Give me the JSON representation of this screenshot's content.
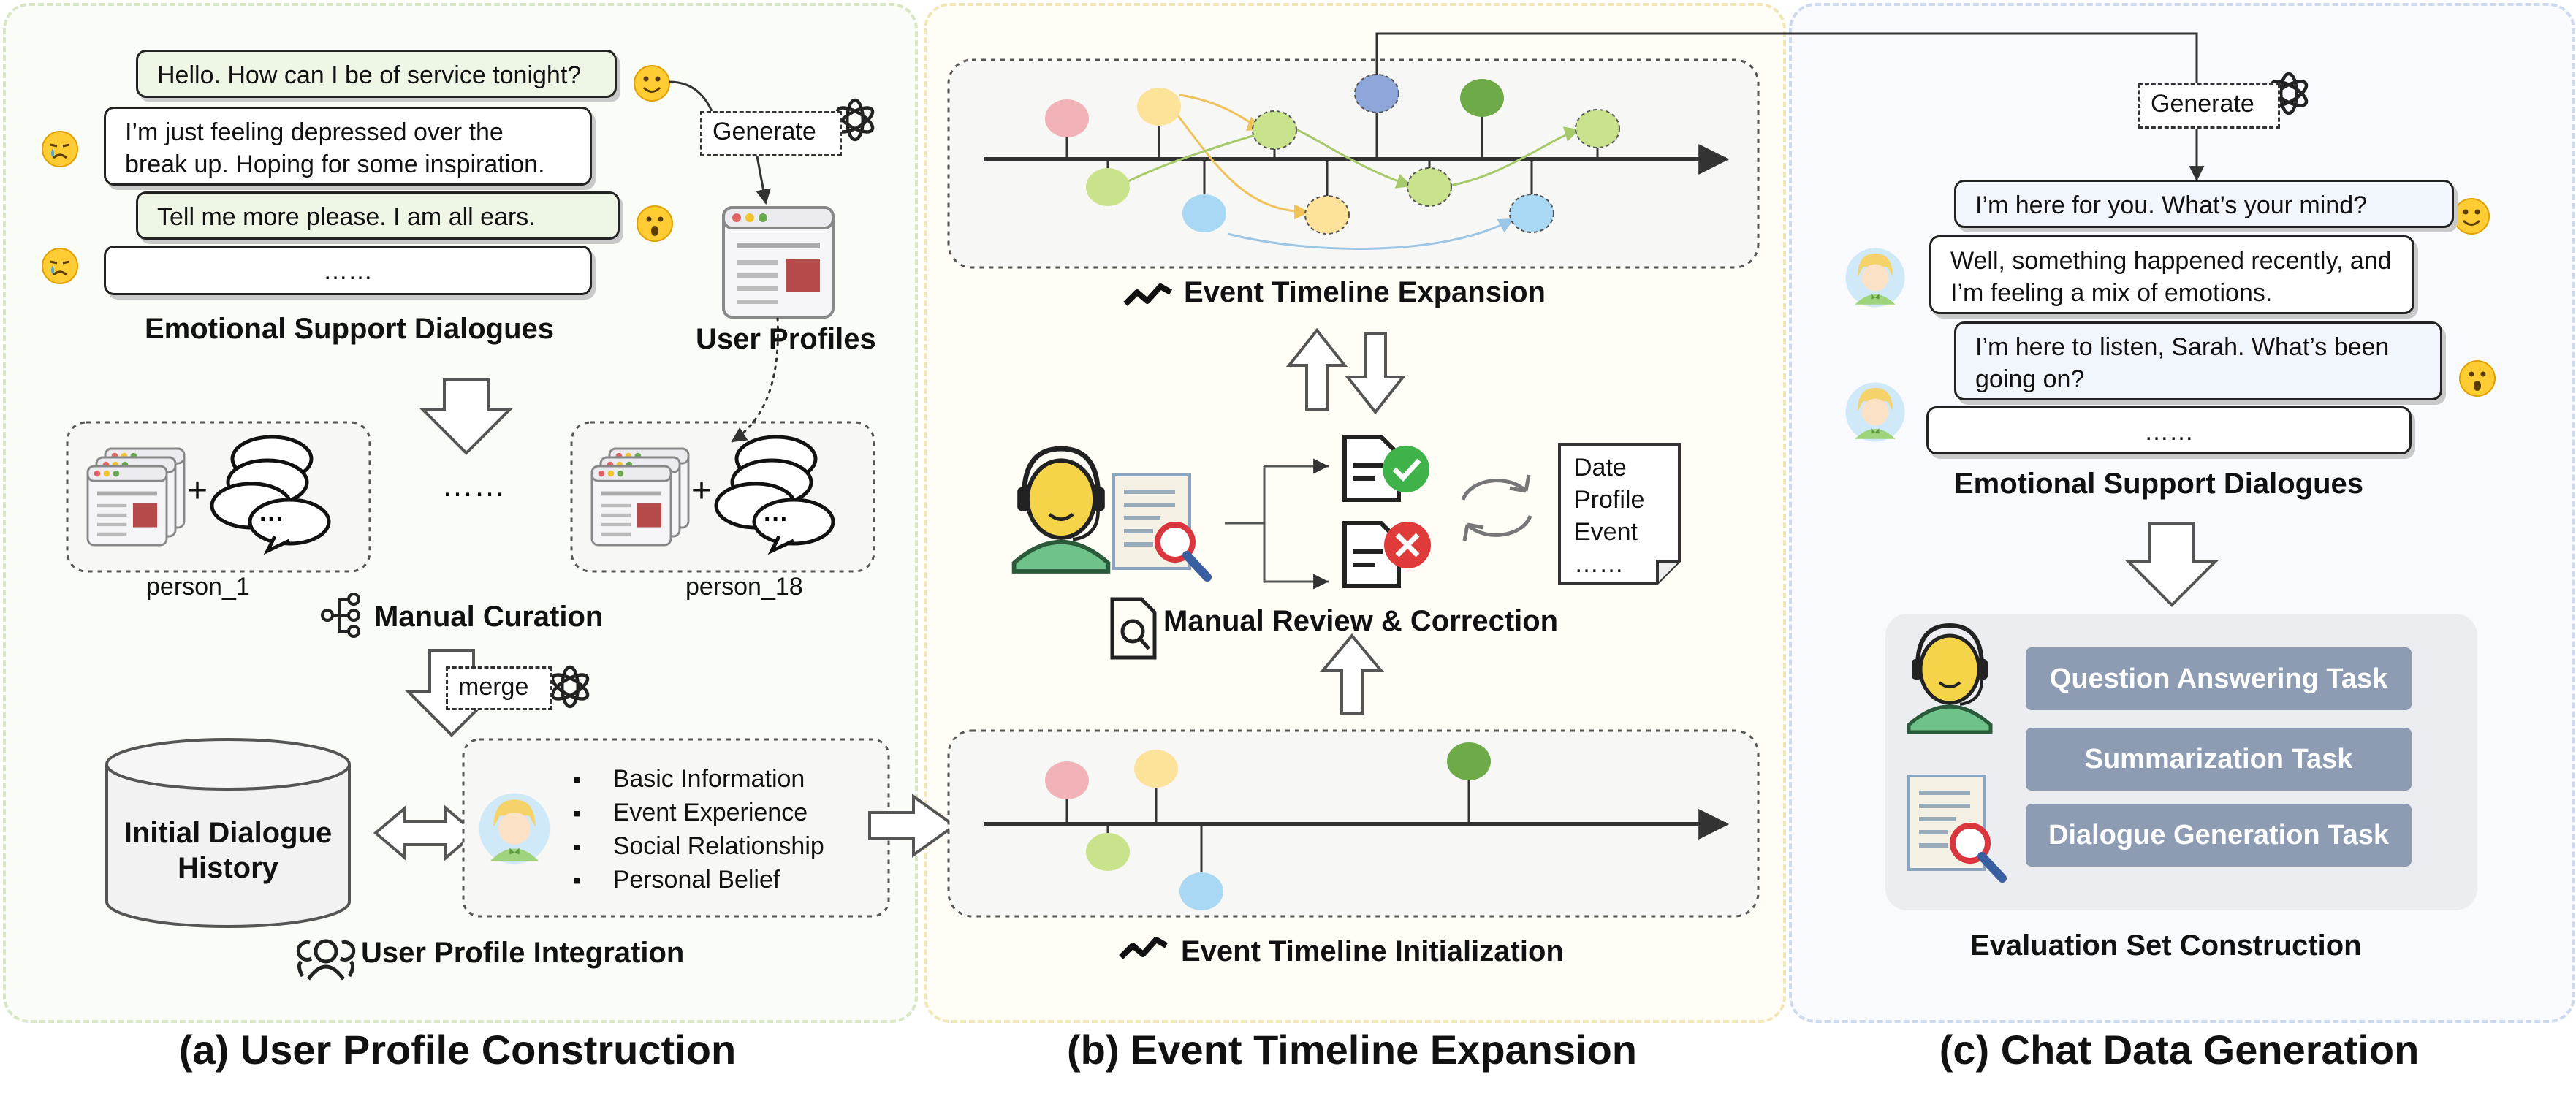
{
  "panel_a": {
    "caption": "(a) User Profile Construction",
    "chat": {
      "bubble1": "Hello. How can I be of service tonight?",
      "bubble2": "I’m just feeling depressed over the break up. Hoping for some inspiration.",
      "bubble3": "Tell me more please. I am all ears.",
      "bubble4": "……"
    },
    "generate_label": "Generate",
    "dialogues_label": "Emotional Support Dialogues",
    "profiles_label": "User Profiles",
    "persons": [
      "person_1",
      "person_18"
    ],
    "ellipsis": "……",
    "plus": "+",
    "dots": "…",
    "curation_label": "Manual Curation",
    "merge_label": "merge",
    "history_label_line1": "Initial Dialogue",
    "history_label_line2": "History",
    "profile_items": [
      "Basic Information",
      "Event Experience",
      "Social Relationship",
      "Personal Belief"
    ],
    "integration_label": "User Profile Integration"
  },
  "panel_b": {
    "caption": "(b) Event Timeline Expansion",
    "expansion_label": "Event Timeline Expansion",
    "review_label": "Manual Review & Correction",
    "note_lines": [
      "Date",
      "Profile",
      "Event",
      "……"
    ],
    "init_label": "Event Timeline Initialization"
  },
  "panel_c": {
    "caption": "(c) Chat Data Generation",
    "generate_label": "Generate",
    "chat": {
      "bubble1": "I’m here for you. What’s your mind?",
      "bubble2": "Well, something happened recently, and I’m feeling a mix of emotions.",
      "bubble3": "I’m here to listen, Sarah. What’s been going on?",
      "bubble4": "……"
    },
    "dialogues_label": "Emotional Support Dialogues",
    "tasks": [
      "Question Answering Task",
      "Summarization Task",
      "Dialogue Generation Task"
    ],
    "eval_label": "Evaluation Set Construction"
  },
  "colors": {
    "panel_a_bg": "#fafcf7",
    "panel_a_border": "#d7e6c4",
    "panel_b_bg": "#fffdf5",
    "panel_b_border": "#f1e6b5",
    "panel_c_bg": "#f8fafd",
    "panel_c_border": "#cdd9ec",
    "task_bg": "#8d9cb3",
    "node_red": "#f2b3b8",
    "node_yellow": "#fde39a",
    "node_green": "#c9e28c",
    "node_blue": "#a8d8f3",
    "node_dark_green": "#6eaa47",
    "node_dark_blue": "#8ea6d9"
  },
  "icons": [
    "smile-emoji-icon",
    "cry-emoji-icon",
    "surprised-emoji-icon",
    "openai-logo-icon",
    "browser-window-icon",
    "chat-bubbles-icon",
    "tree-icon",
    "users-icon",
    "timeline-icon",
    "search-doc-icon",
    "support-agent-icon",
    "document-search-icon",
    "check-doc-icon",
    "cross-doc-icon",
    "refresh-icon",
    "avatar-icon"
  ]
}
